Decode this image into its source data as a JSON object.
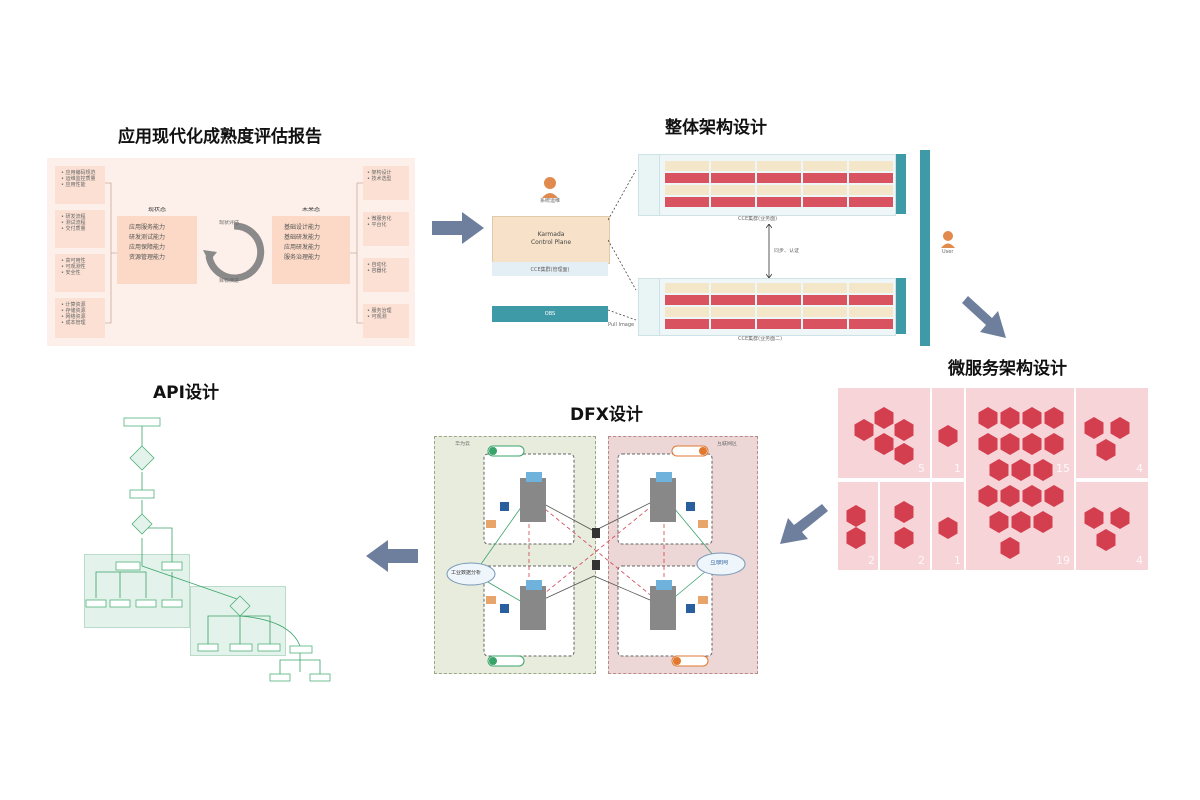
{
  "titles": {
    "assessment": "应用现代化成熟度评估报告",
    "architecture": "整体架构设计",
    "microservice": "微服务架构设计",
    "dfx": "DFX设计",
    "api": "API设计"
  },
  "assessment": {
    "current_label": "现状态",
    "target_label": "未来态",
    "current_items": [
      "应用服务能力",
      "研发测试能力",
      "应用保障能力",
      "资源管理能力"
    ],
    "target_items": [
      "基础设计能力",
      "基础研发能力",
      "应用研发能力",
      "服务治理能力"
    ],
    "cycle_top": "现状评估",
    "cycle_bottom": "目标演进"
  },
  "architecture": {
    "control_plane": "Karmada\nControl Plane",
    "control_plane_caption": "CCE集群(管理面)",
    "oss_label": "OBS",
    "cluster_top_caption": "CCE集群(业务面)",
    "cluster_bottom_caption": "CCE集群(业务面二)",
    "mid_label": "同步、认证",
    "user_label": "User",
    "admin_label": "系统运维",
    "pull_image": "Pull Image"
  },
  "microservice": {
    "counts": [
      "5",
      "1",
      "15",
      "4",
      "2",
      "2",
      "1",
      "19",
      "4"
    ]
  },
  "dfx": {
    "zone_left": "华为云",
    "zone_right": "互联网区",
    "cloud_left": "工业数据分析",
    "cloud_right": "互联网"
  },
  "colors": {
    "arrow": "#6e7f9e",
    "ms_red": "#d43f4f",
    "ms_bg": "#f6d4d8",
    "assess_bg": "#fbe0d3",
    "teal": "#3f9aa7",
    "dfx_green": "#e7ecdc",
    "dfx_red": "#ecd6d6",
    "api_green": "#e3f2ea"
  }
}
